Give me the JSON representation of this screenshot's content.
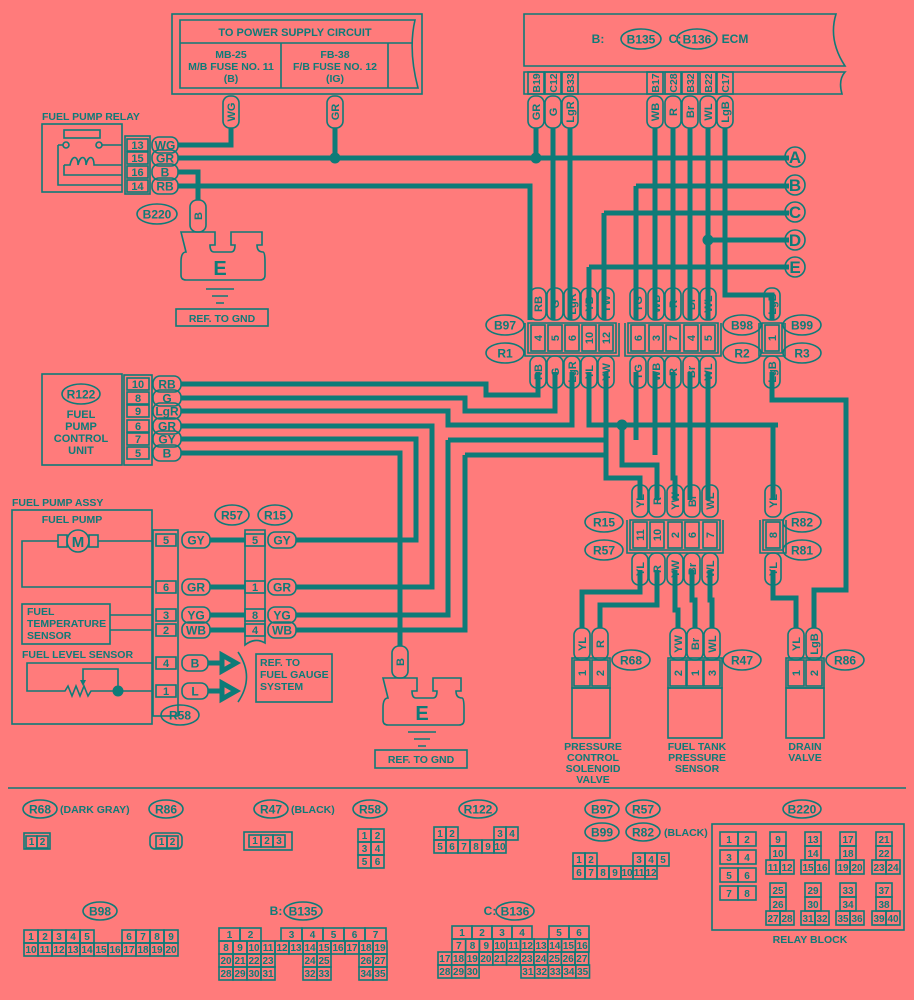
{
  "power_supply": {
    "title": "TO POWER SUPPLY CIRCUIT",
    "fuse1": [
      "MB-25",
      "M/B FUSE NO. 11",
      "(B)"
    ],
    "fuse2": [
      "FB-38",
      "F/B FUSE NO. 12",
      "(IG)"
    ],
    "wires": [
      "WG",
      "GR"
    ]
  },
  "ecm": {
    "label_b": "B:",
    "conn_b": "B135",
    "label_c": "C:",
    "conn_c": "B136",
    "title": "ECM",
    "pins": [
      "B19",
      "C12",
      "B33",
      "B17",
      "C28",
      "B32",
      "B22",
      "C17"
    ],
    "wires": [
      "GR",
      "G",
      "LgR",
      "WB",
      "R",
      "Br",
      "WL",
      "LgB"
    ]
  },
  "relay": {
    "title": "FUEL PUMP RELAY",
    "connector": "B220",
    "pins": [
      "13",
      "15",
      "16",
      "14"
    ],
    "wires": [
      "WG",
      "GR",
      "B",
      "RB"
    ],
    "ground_wire": "B"
  },
  "ground1": {
    "letter": "E",
    "ref": "REF. TO GND"
  },
  "ground2": {
    "letter": "E",
    "ref": "REF. TO GND",
    "wire": "B"
  },
  "off_page": [
    "A",
    "B",
    "C",
    "D",
    "E"
  ],
  "joint1": {
    "top_conn": "B97",
    "bottom_conn": "R1",
    "top_wires": [
      "RB",
      "G",
      "LgR",
      "YB",
      "YW"
    ],
    "pins": [
      "4",
      "5",
      "6",
      "10",
      "12"
    ],
    "bottom_wires": [
      "RB",
      "G",
      "LgR",
      "YL",
      "YW"
    ]
  },
  "joint2": {
    "top_conn": "B98",
    "bottom_conn": "R2",
    "top_wires": [
      "YG",
      "WB",
      "R",
      "Br",
      "WL"
    ],
    "pins": [
      "6",
      "3",
      "7",
      "4",
      "5"
    ],
    "bottom_wires": [
      "YG",
      "WB",
      "R",
      "Br",
      "WL"
    ]
  },
  "joint3": {
    "top_conn": "B99",
    "bottom_conn": "R3",
    "top_wires": [
      "LgB"
    ],
    "pins": [
      "1"
    ],
    "bottom_wires": [
      "LgB"
    ]
  },
  "control_unit": {
    "connector": "R122",
    "title": [
      "FUEL",
      "PUMP",
      "CONTROL",
      "UNIT"
    ],
    "pins": [
      "10",
      "8",
      "9",
      "6",
      "7",
      "5"
    ],
    "wires": [
      "RB",
      "G",
      "LgR",
      "GR",
      "GY",
      "B"
    ]
  },
  "joint4": {
    "top_conn": "R15",
    "bottom_conn": "R57",
    "top_wires": [
      "YL",
      "R",
      "YW",
      "Br",
      "WL"
    ],
    "pins": [
      "11",
      "10",
      "2",
      "6",
      "7"
    ],
    "bottom_wires": [
      "YL",
      "R",
      "YW",
      "Br",
      "WL"
    ]
  },
  "joint5": {
    "top_conn": "R82",
    "bottom_conn": "R81",
    "top_wires": [
      "YL"
    ],
    "pins": [
      "8"
    ],
    "bottom_wires": [
      "YL"
    ]
  },
  "pump_assy": {
    "title": "FUEL PUMP ASSY",
    "pump": "FUEL PUMP",
    "motor": "M",
    "temp_sensor": [
      "FUEL",
      "TEMPERATURE",
      "SENSOR"
    ],
    "level_sensor": "FUEL LEVEL SENSOR",
    "connector": "R58",
    "pins": [
      "5",
      "6",
      "3",
      "2",
      "4",
      "1"
    ],
    "wires": [
      "GY",
      "GR",
      "YG",
      "WB",
      "B",
      "L"
    ]
  },
  "joint6": {
    "conn_a": "R57",
    "conn_b": "R15",
    "pins": [
      "5",
      "1",
      "8",
      "4"
    ],
    "wires": [
      "GY",
      "GR",
      "YG",
      "WB"
    ]
  },
  "fuel_gauge_ref": [
    "REF. TO",
    "FUEL GAUGE",
    "SYSTEM"
  ],
  "solenoid": {
    "connector": "R68",
    "wires": [
      "YL",
      "R"
    ],
    "pins": [
      "1",
      "2"
    ],
    "title": [
      "PRESSURE",
      "CONTROL",
      "SOLENOID",
      "VALVE"
    ]
  },
  "tank_sensor": {
    "connector": "R47",
    "wires": [
      "YW",
      "Br",
      "WL"
    ],
    "pins": [
      "2",
      "1",
      "3"
    ],
    "title": [
      "FUEL TANK",
      "PRESSURE",
      "SENSOR"
    ]
  },
  "drain_valve": {
    "connector": "R86",
    "wires": [
      "YL",
      "LgB"
    ],
    "pins": [
      "1",
      "2"
    ],
    "title": [
      "DRAIN",
      "VALVE"
    ]
  },
  "legend": {
    "r68": {
      "name": "R68",
      "note": "(DARK GRAY)",
      "pins": [
        "1",
        "2"
      ]
    },
    "r86": {
      "name": "R86",
      "pins": [
        "1",
        "2"
      ]
    },
    "r47": {
      "name": "R47",
      "note": "(BLACK)",
      "pins": [
        "1",
        "2",
        "3"
      ]
    },
    "r58": {
      "name": "R58",
      "pins": [
        "1",
        "2",
        "3",
        "4",
        "5",
        "6"
      ]
    },
    "r122": {
      "name": "R122",
      "row1": [
        "1",
        "2",
        "3",
        "4"
      ],
      "row2": [
        "5",
        "6",
        "7",
        "8",
        "9",
        "10"
      ]
    },
    "b97": {
      "names": [
        "B97",
        "R57",
        "B99",
        "R82"
      ],
      "note": "(BLACK)",
      "row1": [
        "1",
        "2",
        "3",
        "4",
        "5"
      ],
      "row2": [
        "6",
        "7",
        "8",
        "9",
        "10",
        "11",
        "12"
      ]
    },
    "b220": {
      "name": "B220",
      "title": "RELAY BLOCK"
    },
    "b98": {
      "name": "B98",
      "row1": [
        "1",
        "2",
        "3",
        "4",
        "5",
        "6",
        "7",
        "8",
        "9"
      ],
      "row2": [
        "10",
        "11",
        "12",
        "13",
        "14",
        "15",
        "16",
        "17",
        "18",
        "19",
        "20"
      ]
    },
    "b135": {
      "prefix": "B:",
      "name": "B135",
      "row1": [
        "1",
        "2",
        "3",
        "4",
        "5",
        "6",
        "7"
      ],
      "row2": [
        "8",
        "9",
        "10",
        "11",
        "12",
        "13",
        "14",
        "15",
        "16",
        "17",
        "18",
        "19"
      ],
      "row3": [
        "20",
        "21",
        "22",
        "23",
        "24",
        "25",
        "26",
        "27"
      ],
      "row4": [
        "28",
        "29",
        "30",
        "31",
        "32",
        "33",
        "34",
        "35"
      ]
    },
    "b136": {
      "prefix": "C:",
      "name": "B136",
      "row1": [
        "1",
        "2",
        "3",
        "4",
        "5",
        "6"
      ],
      "row2": [
        "7",
        "8",
        "9",
        "10",
        "11",
        "12",
        "13",
        "14",
        "15",
        "16"
      ],
      "row3": [
        "17",
        "18",
        "19",
        "20",
        "21",
        "22",
        "23",
        "24",
        "25",
        "26",
        "27"
      ],
      "row4": [
        "28",
        "29",
        "30",
        "31",
        "32",
        "33",
        "34",
        "35"
      ]
    }
  }
}
